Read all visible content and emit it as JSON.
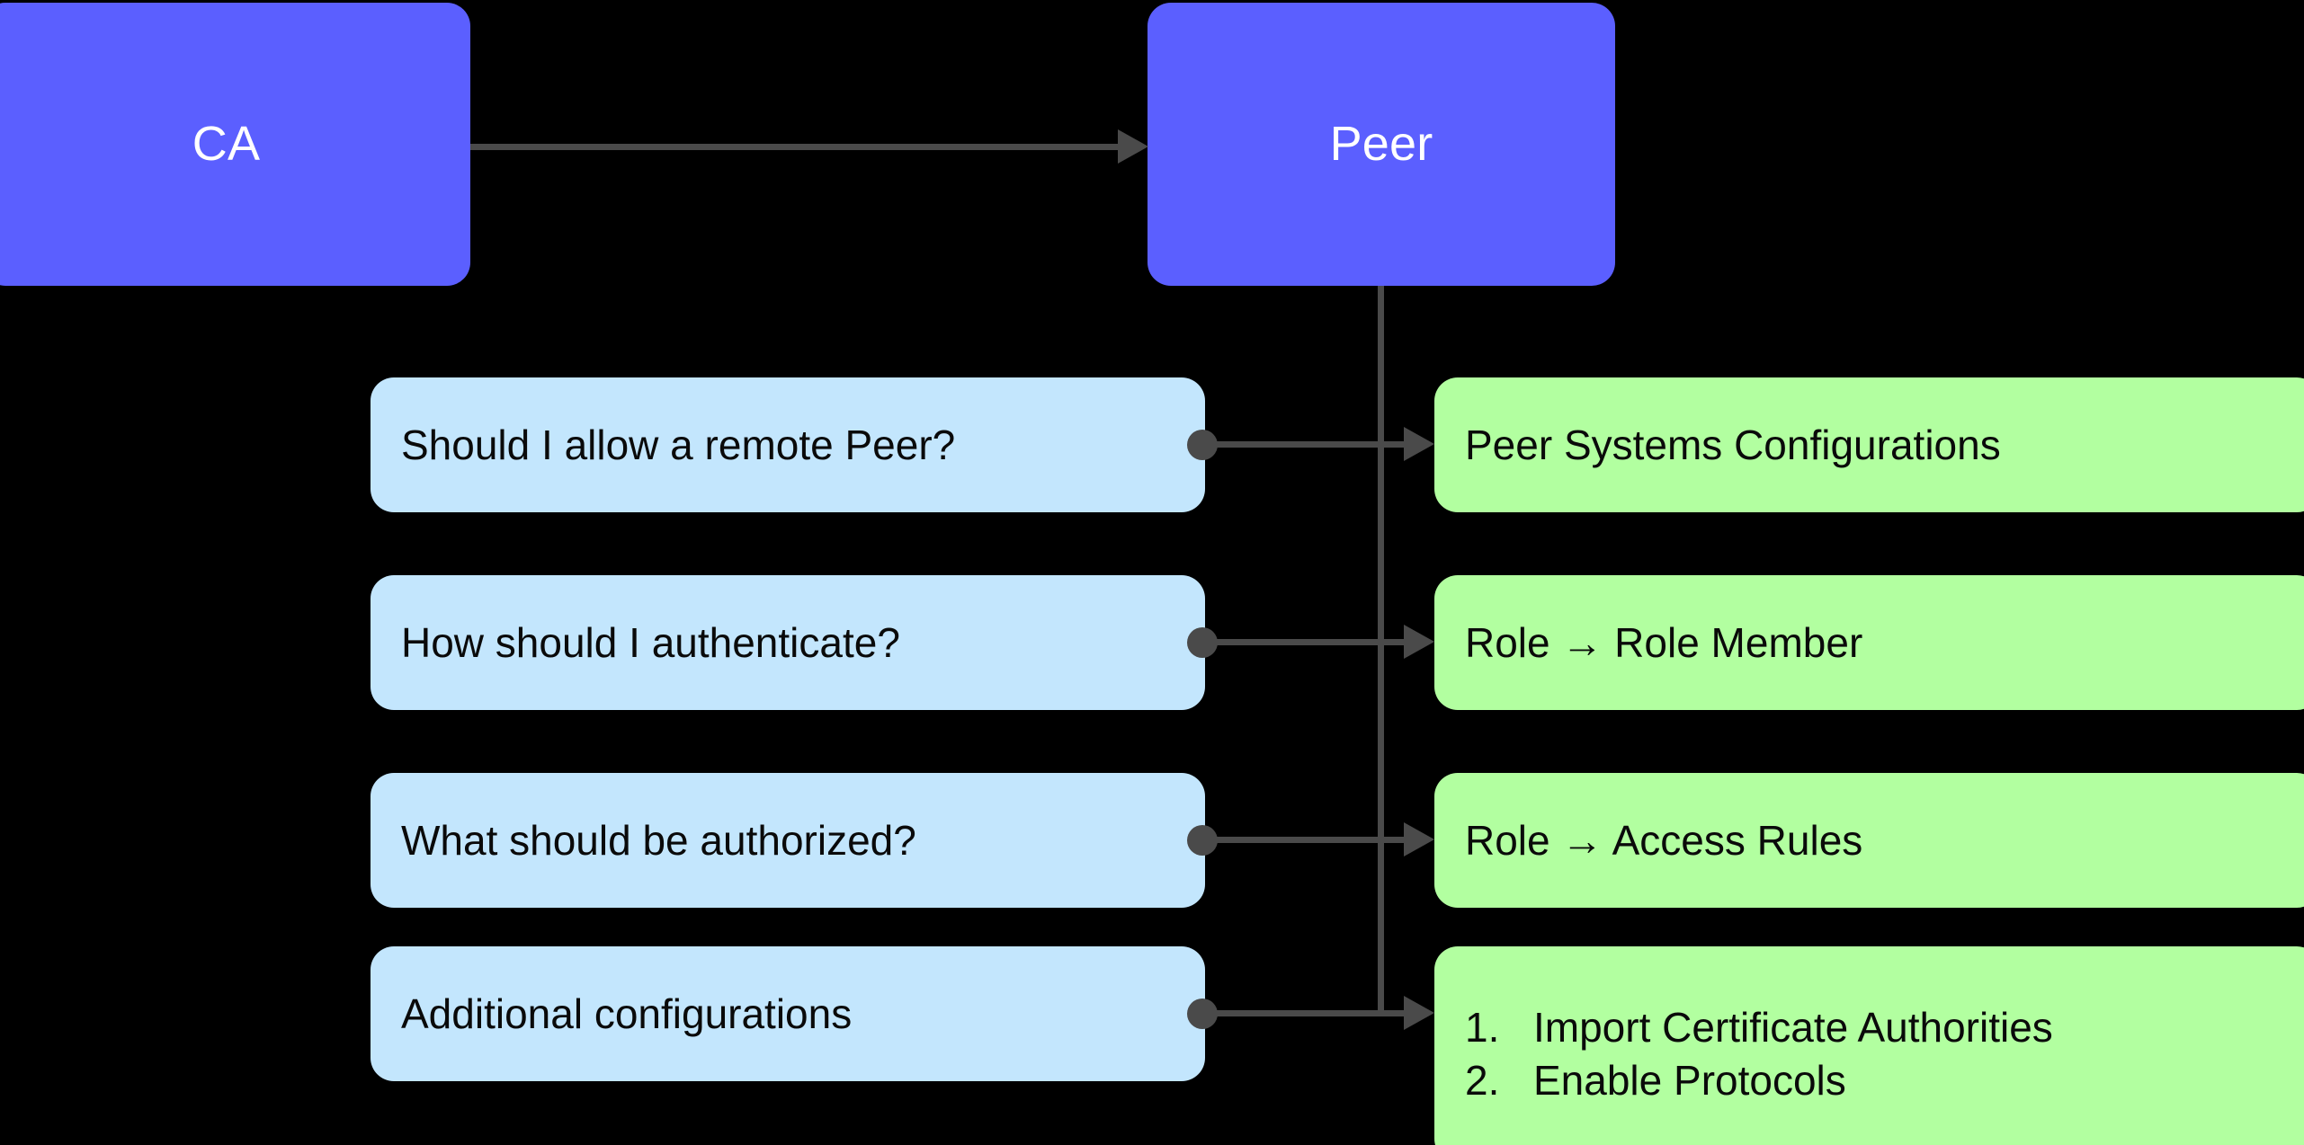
{
  "diagram": {
    "background_color": "#000000",
    "colors": {
      "primary_node": "#5B5FFF",
      "question_node": "#C3E6FD",
      "answer_node": "#B2FFA0",
      "connector": "#4A4A4A",
      "primary_text": "#FFFFFF",
      "body_text": "#0A0A0A"
    },
    "nodes": {
      "ca": {
        "label": "CA"
      },
      "peer": {
        "label": "Peer"
      }
    },
    "rows": [
      {
        "question": "Should I allow a remote Peer?",
        "answer": "Peer Systems Configurations"
      },
      {
        "question": "How should I authenticate?",
        "answer": "Role → Role Member"
      },
      {
        "question": "What should be authorized?",
        "answer": "Role → Access Rules"
      },
      {
        "question": "Additional configurations",
        "answer_items": [
          {
            "num": "1.",
            "text": "Import Certificate Authorities"
          },
          {
            "num": "2.",
            "text": "Enable Protocols"
          }
        ]
      }
    ]
  }
}
